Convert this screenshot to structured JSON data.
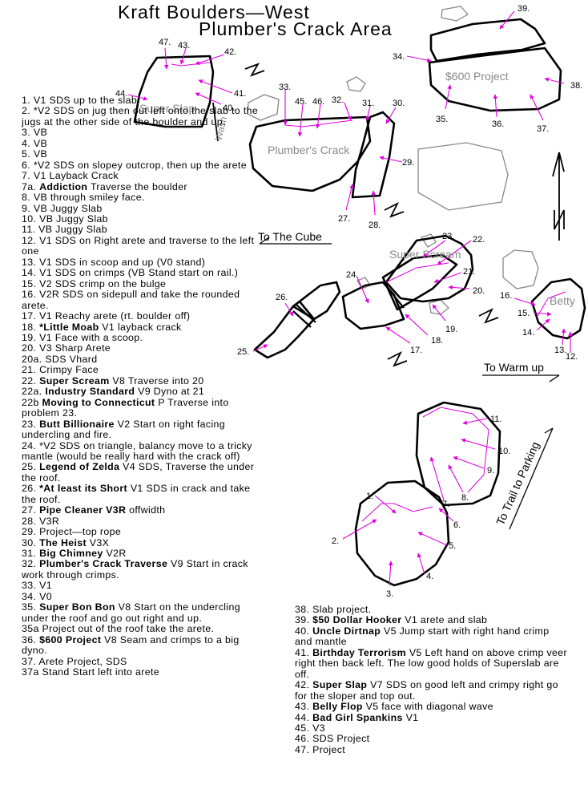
{
  "title": {
    "line1": "Kraft Boulders—West",
    "line2": "Plumber's Crack Area"
  },
  "boulder_labels": {
    "super_slap": "Super Slap",
    "plumbers_crack": "Plumber's Crack",
    "six_hundred_project": "$600 Project",
    "super_scream": "Super Scream",
    "betty": "Betty",
    "wash": "Wash"
  },
  "directions": {
    "to_the_cube": "To The Cube",
    "to_warm_up": "To Warm up",
    "to_trail_to_parking": "To Trail to Parking",
    "north": "N"
  },
  "problem_numbers": [
    "1.",
    "2.",
    "3.",
    "4.",
    "5.",
    "6.",
    "7.",
    "8.",
    "9.",
    "10.",
    "11.",
    "12.",
    "13.",
    "14.",
    "15.",
    "16.",
    "17.",
    "18.",
    "19.",
    "20.",
    "21.",
    "22.",
    "23.",
    "24.",
    "25.",
    "26.",
    "27.",
    "28.",
    "29.",
    "30.",
    "31.",
    "32.",
    "33.",
    "34.",
    "35.",
    "36.",
    "37.",
    "38.",
    "39.",
    "40.",
    "41.",
    "42.",
    "43.",
    "44.",
    "45.",
    "46.",
    "47."
  ],
  "left_list": [
    {
      "n": "1.",
      "name": "",
      "text": "V1 SDS up to the slab"
    },
    {
      "n": "2.",
      "name": "",
      "text": "*V2 SDS on jug then out left onto the slab to the jugs at the other side of the boulder and up."
    },
    {
      "n": "3.",
      "name": "",
      "text": "VB"
    },
    {
      "n": "4.",
      "name": "",
      "text": "VB"
    },
    {
      "n": "5.",
      "name": "",
      "text": "VB"
    },
    {
      "n": "6.",
      "name": "",
      "text": "*V2 SDS on slopey outcrop, then up the arete"
    },
    {
      "n": "7.",
      "name": "",
      "text": "V1 Layback Crack"
    },
    {
      "n": "7a.",
      "name": "Addiction",
      "text": "Traverse the boulder"
    },
    {
      "n": "8.",
      "name": "",
      "text": "VB through smiley face."
    },
    {
      "n": "9.",
      "name": "",
      "text": "VB Juggy Slab"
    },
    {
      "n": "10.",
      "name": "",
      "text": "VB Juggy Slab"
    },
    {
      "n": "11.",
      "name": "",
      "text": "VB Juggy Slab"
    },
    {
      "n": "12.",
      "name": "",
      "text": "V1 SDS on Right arete and traverse to the left one"
    },
    {
      "n": "13.",
      "name": "",
      "text": "V1 SDS in scoop and up (V0 stand)"
    },
    {
      "n": "14.",
      "name": "",
      "text": "V1 SDS on crimps (VB Stand start on rail.)"
    },
    {
      "n": "15.",
      "name": "",
      "text": "V2 SDS crimp on the bulge"
    },
    {
      "n": "16.",
      "name": "",
      "text": "V2R SDS on sidepull and take the rounded arete."
    },
    {
      "n": "17.",
      "name": "",
      "text": "V1 Reachy arete (rt. boulder off)"
    },
    {
      "n": "18.",
      "name": "*Little Moab",
      "text": "V1 layback crack"
    },
    {
      "n": "19.",
      "name": "",
      "text": "V1 Face with a scoop."
    },
    {
      "n": "20.",
      "name": "",
      "text": "V3 Sharp Arete"
    },
    {
      "n": "20a.",
      "name": "",
      "text": "SDS Vhard"
    },
    {
      "n": "21.",
      "name": "",
      "text": "Crimpy Face"
    },
    {
      "n": "22.",
      "name": "Super Scream",
      "text": "V8 Traverse into 20"
    },
    {
      "n": "22a.",
      "name": "Industry Standard",
      "text": "V9 Dyno at 21"
    },
    {
      "n": "22b",
      "name": "Moving to Connecticut",
      "text": "P Traverse into problem 23."
    },
    {
      "n": "23.",
      "name": "Butt Billionaire",
      "text": "V2 Start on right facing undercling and fire."
    },
    {
      "n": "24.",
      "name": "",
      "text": "*V2 SDS on triangle, balancy move to a tricky mantle (would be really hard with the crack off)"
    },
    {
      "n": "25.",
      "name": "Legend of Zelda",
      "text": "V4 SDS, Traverse the under the roof."
    },
    {
      "n": "26.",
      "name": "*At least its Short",
      "text": "V1 SDS in crack and take the roof."
    },
    {
      "n": "27.",
      "name": "Pipe Cleaner V3R",
      "text": "offwidth"
    },
    {
      "n": "28.",
      "name": "",
      "text": "V3R"
    },
    {
      "n": "29.",
      "name": "",
      "text": "Project—top rope"
    },
    {
      "n": "30.",
      "name": "The Heist",
      "text": "V3X"
    },
    {
      "n": "31.",
      "name": "Big Chimney",
      "text": "V2R"
    },
    {
      "n": "32.",
      "name": "Plumber's Crack Traverse",
      "text": "V9 Start in crack work through crimps."
    },
    {
      "n": "33.",
      "name": "",
      "text": "V1"
    },
    {
      "n": "34.",
      "name": "",
      "text": "V0"
    },
    {
      "n": "35.",
      "name": "Super Bon Bon",
      "text": "V8 Start on the undercling under the roof and go out right and up."
    },
    {
      "n": "35a",
      "name": "",
      "text": "Project out of the roof take the arete."
    },
    {
      "n": "36.",
      "name": "$600 Project",
      "text": "V8 Seam and crimps to a big dyno."
    },
    {
      "n": "37.",
      "name": "",
      "text": "Arete Project, SDS"
    },
    {
      "n": "37a",
      "name": "",
      "text": "Stand Start left into arete"
    }
  ],
  "right_list": [
    {
      "n": "38.",
      "name": "",
      "text": "Slab project."
    },
    {
      "n": "39.",
      "name": "$50 Dollar Hooker",
      "text": "V1 arete and slab"
    },
    {
      "n": "40.",
      "name": "Uncle Dirtnap",
      "text": "V5 Jump start with right hand crimp and mantle"
    },
    {
      "n": "41.",
      "name": "Birthday Terrorism",
      "text": "V5 Left hand on above crimp veer right then back left.  The low good holds of Superslab are off."
    },
    {
      "n": "42.",
      "name": "Super Slap",
      "text": "V7 SDS on good left and crimpy right go for the sloper and top out."
    },
    {
      "n": "43.",
      "name": "Belly Flop",
      "text": "V5 face with diagonal wave"
    },
    {
      "n": "44.",
      "name": "Bad Girl Spankins",
      "text": "V1"
    },
    {
      "n": "45.",
      "name": "",
      "text": "V3"
    },
    {
      "n": "46.",
      "name": "",
      "text": "SDS Project"
    },
    {
      "n": "47.",
      "name": "",
      "text": "Project"
    }
  ],
  "colors": {
    "ink": "#000000",
    "problem_line": "#e000e0",
    "secondary_outline": "#888888"
  }
}
